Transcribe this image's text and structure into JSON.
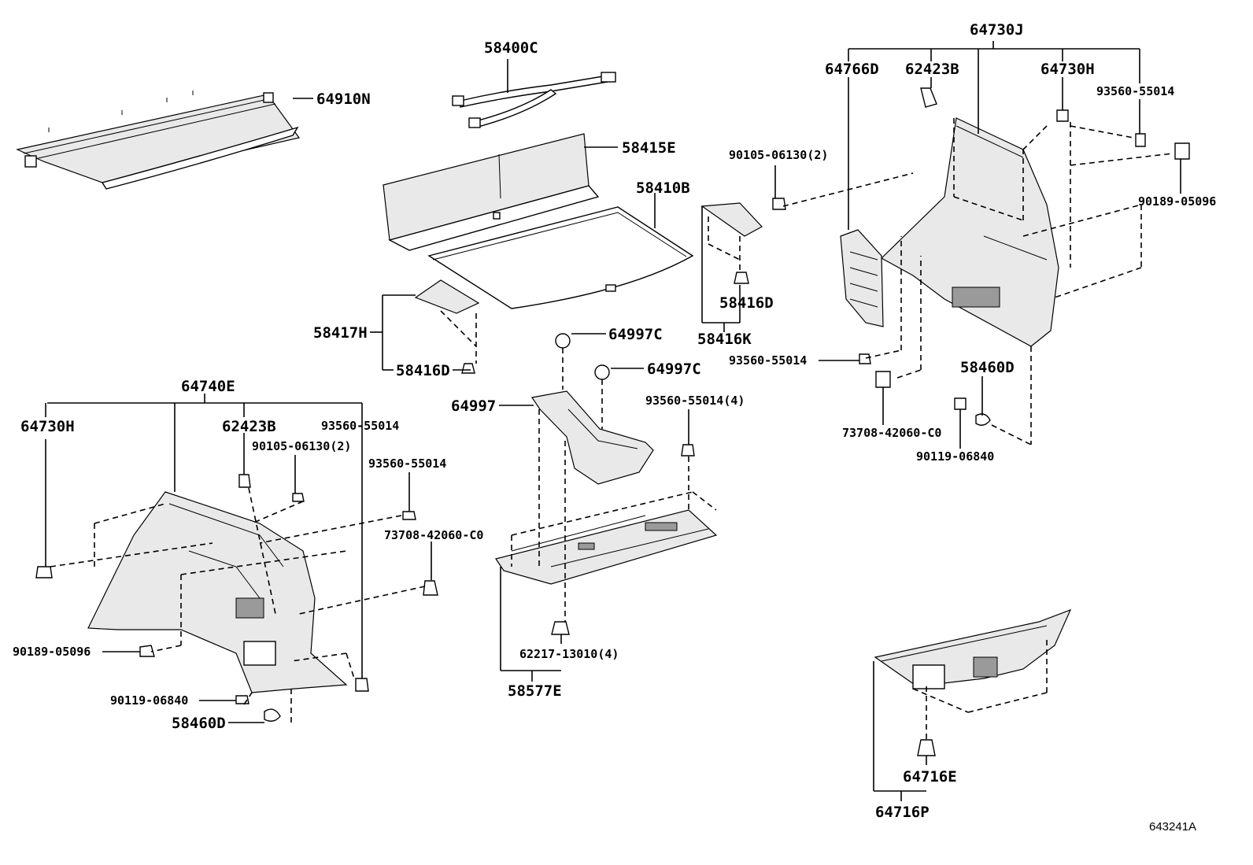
{
  "diagram": {
    "reference_id": "643241A",
    "labels": {
      "l_64910N": "64910N",
      "l_58400C": "58400C",
      "l_58415E": "58415E",
      "l_58410B": "58410B",
      "l_58417H": "58417H",
      "l_58416D_a": "58416D",
      "l_64997C_a": "64997C",
      "l_64997C_b": "64997C",
      "l_64997": "64997",
      "l_93560_55014_4": "93560-55014(4)",
      "l_73708_42060_C0_a": "73708-42060-C0",
      "l_62217_13010_4": "62217-13010(4)",
      "l_58577E": "58577E",
      "l_90105_06130_2_a": "90105-06130(2)",
      "l_58416D_b": "58416D",
      "l_58416K": "58416K",
      "l_64740E": "64740E",
      "l_64730H_a": "64730H",
      "l_62423B_a": "62423B",
      "l_93560_55014_a": "93560-55014",
      "l_90105_06130_2_b": "90105-06130(2)",
      "l_93560_55014_b": "93560-55014",
      "l_90189_05096_a": "90189-05096",
      "l_90119_06840_a": "90119-06840",
      "l_58460D_a": "58460D",
      "l_64730J": "64730J",
      "l_64766D": "64766D",
      "l_62423B_b": "62423B",
      "l_64730H_b": "64730H",
      "l_93560_55014_c": "93560-55014",
      "l_90189_05096_b": "90189-05096",
      "l_93560_55014_d": "93560-55014",
      "l_58460D_b": "58460D",
      "l_73708_42060_C0_b": "73708-42060-C0",
      "l_90119_06840_b": "90119-06840",
      "l_64716E": "64716E",
      "l_64716P": "64716P"
    }
  }
}
